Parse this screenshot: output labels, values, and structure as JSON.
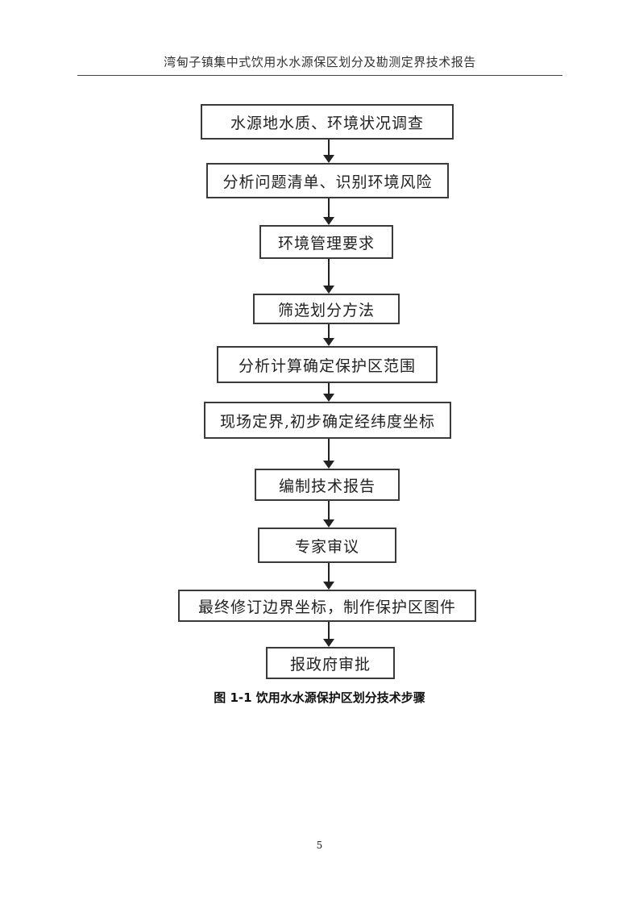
{
  "header": {
    "title": "湾甸子镇集中式饮用水水源保区划分及勘测定界技术报告"
  },
  "flowchart": {
    "steps": [
      "水源地水质、环境状况调查",
      "分析问题清单、识别环境风险",
      "环境管理要求",
      "筛选划分方法",
      "分析计算确定保护区范围",
      "现场定界,初步确定经纬度坐标",
      "编制技术报告",
      "专家审议",
      "最终修订边界坐标，制作保护区图件",
      "报政府审批"
    ]
  },
  "caption": "图 1-1  饮用水水源保护区划分技术步骤",
  "page_number": "5"
}
